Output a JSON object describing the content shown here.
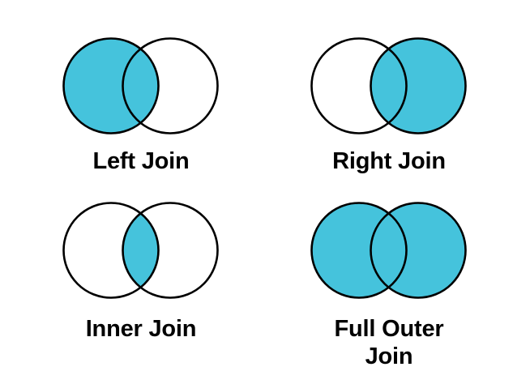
{
  "diagram": {
    "title_text_present": false,
    "background_color": "#ffffff",
    "fill_color": "#45c3dc",
    "stroke_color": "#000000",
    "panels": [
      {
        "id": "left-join",
        "label": "Left Join",
        "shaded_region": "left-circle-only-plus-intersection",
        "left_circle_filled": true,
        "right_circle_filled": false,
        "intersection_filled": true
      },
      {
        "id": "right-join",
        "label": "Right Join",
        "shaded_region": "right-circle-only-plus-intersection",
        "left_circle_filled": false,
        "right_circle_filled": true,
        "intersection_filled": true
      },
      {
        "id": "inner-join",
        "label": "Inner Join",
        "shaded_region": "intersection-only",
        "left_circle_filled": false,
        "right_circle_filled": false,
        "intersection_filled": true
      },
      {
        "id": "full-outer-join",
        "label": "Full Outer\nJoin",
        "shaded_region": "both-circles-entirely",
        "left_circle_filled": true,
        "right_circle_filled": true,
        "intersection_filled": true
      }
    ]
  }
}
